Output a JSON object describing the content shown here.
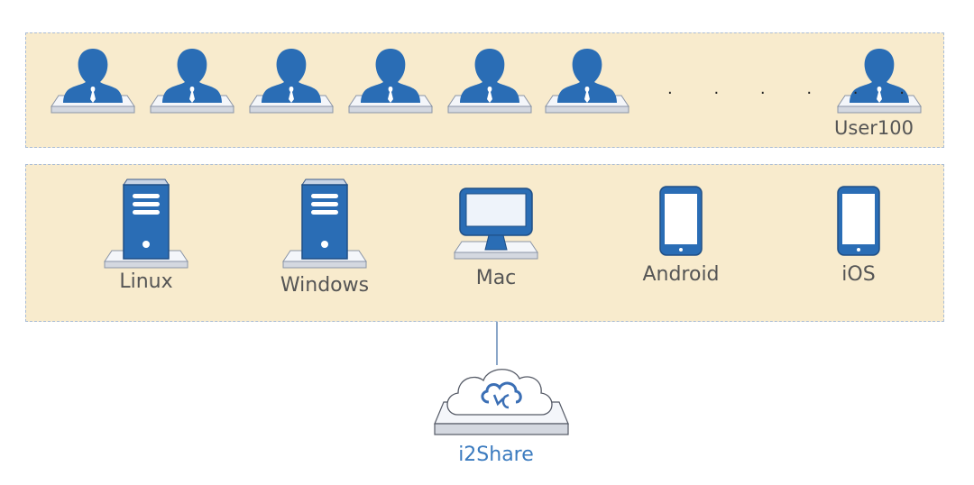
{
  "users": {
    "icon": "user-icon",
    "count_shown": 7,
    "ellipsis": ". . . . . .",
    "last_user_label": "User100"
  },
  "devices": [
    {
      "label": "Linux",
      "icon": "server-icon"
    },
    {
      "label": "Windows",
      "icon": "server-icon"
    },
    {
      "label": "Mac",
      "icon": "monitor-icon"
    },
    {
      "label": "Android",
      "icon": "phone-icon"
    },
    {
      "label": "iOS",
      "icon": "phone-icon"
    }
  ],
  "cloud": {
    "label": "i2Share",
    "icon": "cloud-sync-icon"
  },
  "colors": {
    "accent": "#2a6db5",
    "panel": "#f8ebcd",
    "border": "#a9bcd6",
    "cloud_text": "#3b7bbf"
  }
}
